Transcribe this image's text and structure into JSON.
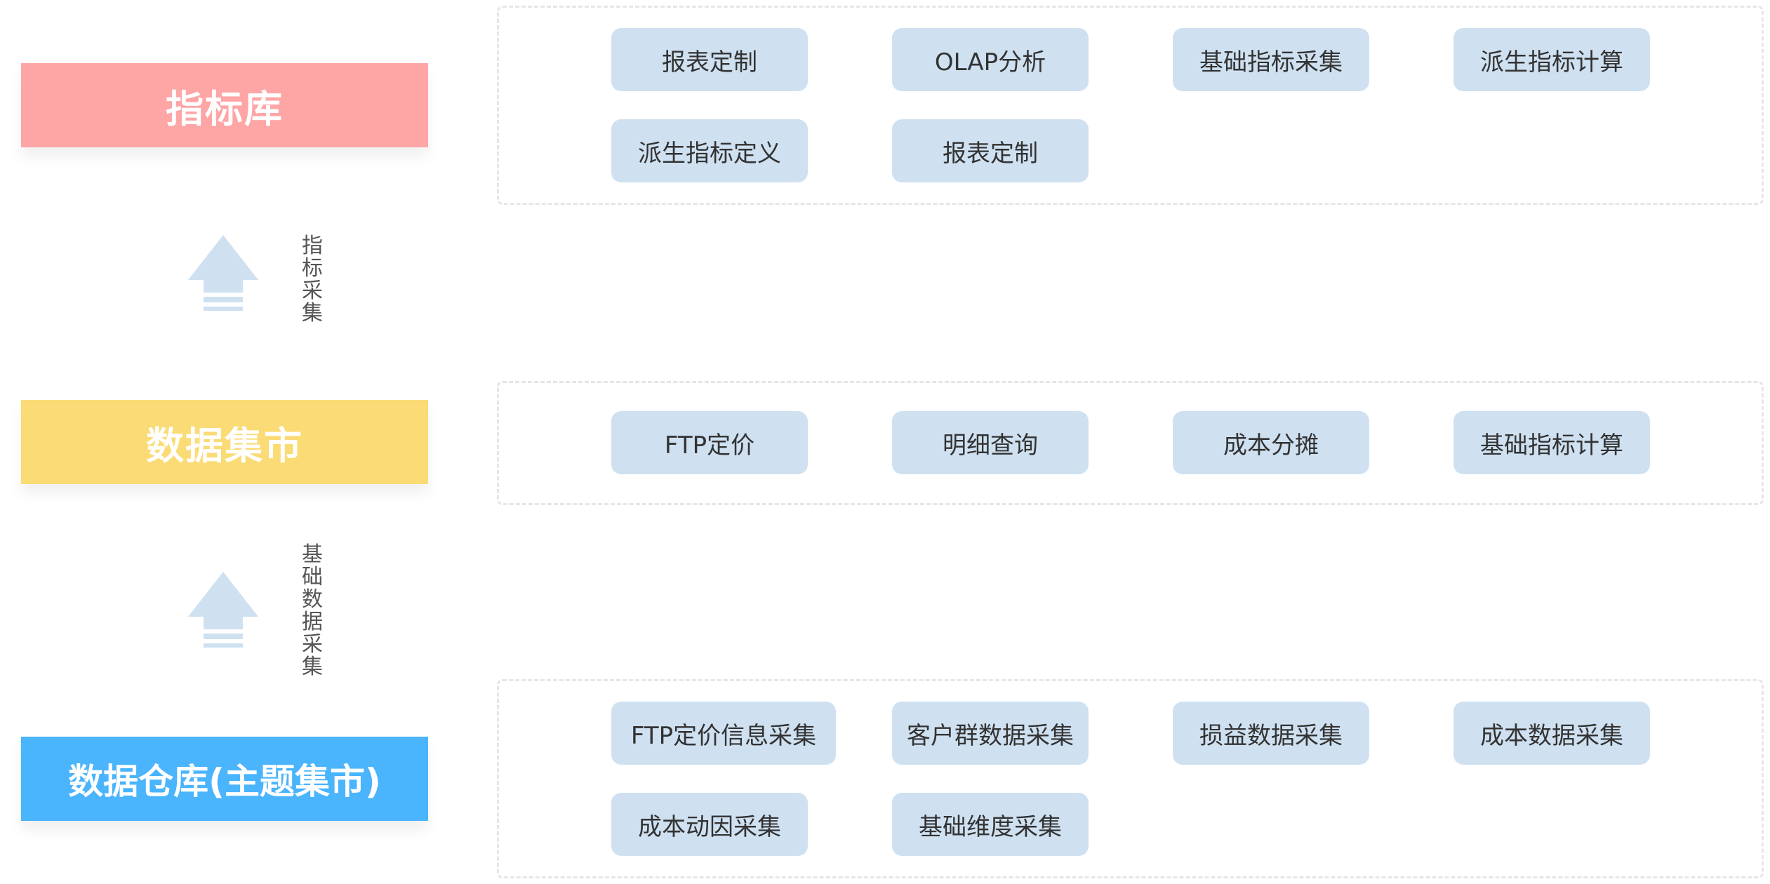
{
  "colors": {
    "indicator_layer": "#fea5a6",
    "mart_layer": "#fadb75",
    "warehouse_layer": "#4ab4fc",
    "chip_fill": "#cfe1f1",
    "arrow_fill": "#cfe1f1"
  },
  "layers": {
    "indicator": {
      "label": "指标库"
    },
    "mart": {
      "label": "数据集市"
    },
    "warehouse": {
      "label": "数据仓库(主题集市)"
    }
  },
  "arrows": {
    "upper": {
      "label": "指标采集",
      "icon": "up-arrow-icon"
    },
    "lower": {
      "label": "基础数据采集",
      "icon": "up-arrow-icon"
    }
  },
  "panels": {
    "indicator": {
      "items": [
        "报表定制",
        "OLAP分析",
        "基础指标采集",
        "派生指标计算",
        "派生指标定义",
        "报表定制"
      ]
    },
    "mart": {
      "items": [
        "FTP定价",
        "明细查询",
        "成本分摊",
        "基础指标计算"
      ]
    },
    "warehouse": {
      "items": [
        "FTP定价信息采集",
        "客户群数据采集",
        "损益数据采集",
        "成本数据采集",
        "成本动因采集",
        "基础维度采集"
      ]
    }
  }
}
